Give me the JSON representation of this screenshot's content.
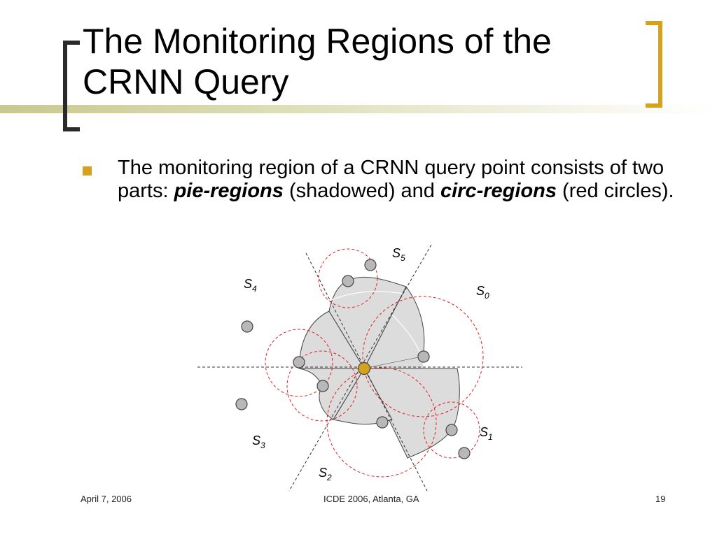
{
  "slide": {
    "title_line1": "The Monitoring Regions of the",
    "title_line2": "CRNN Query",
    "bullet": {
      "text_before": "The monitoring region of a CRNN query point consists of two parts: ",
      "term1": "pie-regions",
      "text_middle": " (shadowed) and ",
      "term2": "circ-regions",
      "text_after": " (red circles)."
    }
  },
  "diagram": {
    "sector_labels": [
      {
        "base": "S",
        "sub": "5"
      },
      {
        "base": "S",
        "sub": "4"
      },
      {
        "base": "S",
        "sub": "0"
      },
      {
        "base": "S",
        "sub": "1"
      },
      {
        "base": "S",
        "sub": "3"
      },
      {
        "base": "S",
        "sub": "2"
      }
    ],
    "colors": {
      "query_point": "#d4a21c",
      "data_point": "#b8b8b8",
      "pie_region": "#dcdcdc",
      "circ_region": "#e02020",
      "divider": "#333333"
    }
  },
  "footer": {
    "date": "April 7, 2006",
    "conference": "ICDE 2006, Atlanta, GA",
    "page": "19"
  }
}
